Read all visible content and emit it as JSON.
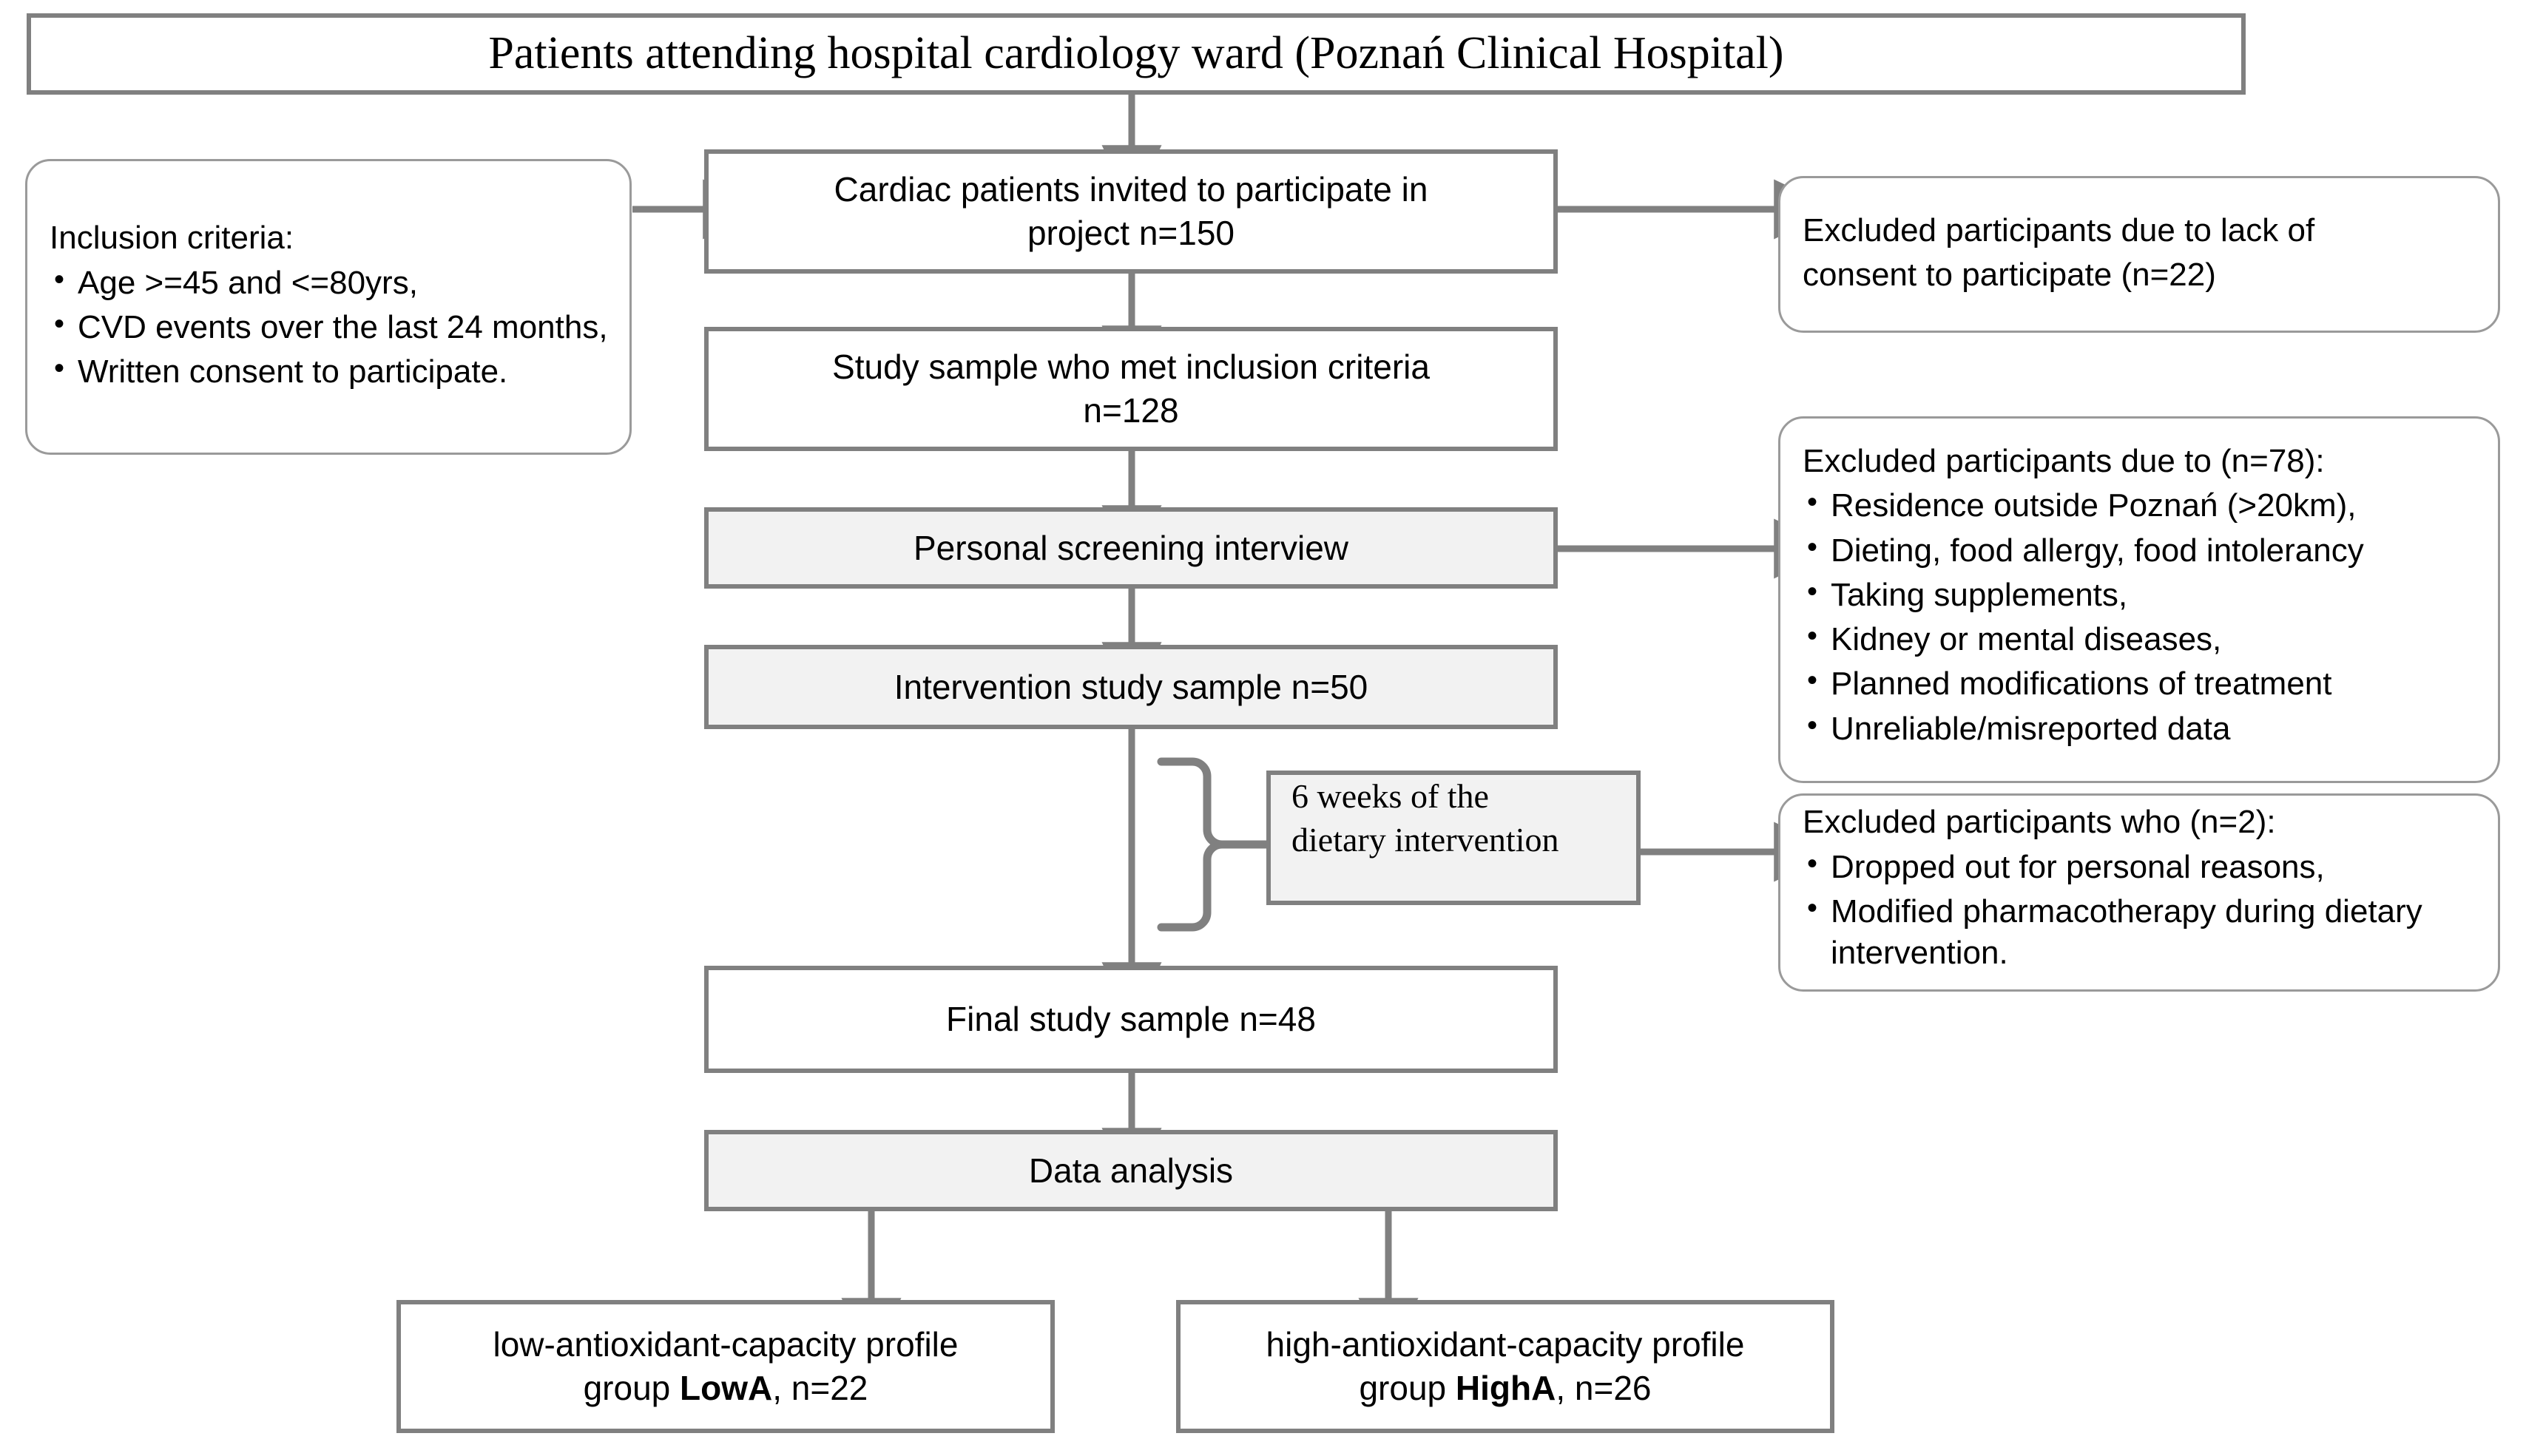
{
  "figure": {
    "type": "flowchart",
    "title": "Patients attending hospital cardiology ward (Poznań Clinical Hospital)",
    "colors": {
      "border_grey": "#808080",
      "note_border_grey": "#9a9a9a",
      "shaded_fill": "#f2f2f2",
      "white_fill": "#ffffff",
      "arrow_grey": "#808080",
      "text": "#000000"
    }
  },
  "nodes": {
    "title": {
      "label": "Patients attending hospital cardiology ward (Poznań Clinical Hospital)"
    },
    "inclusion": {
      "heading": "Inclusion criteria:",
      "items": [
        "Age >=45 and <=80yrs,",
        "CVD events over the last 24 months,",
        "Written consent to participate."
      ]
    },
    "invited": {
      "line1": "Cardiac patients invited to participate in",
      "line2": "project n=150",
      "n": 150
    },
    "met_criteria": {
      "line1": "Study sample who met inclusion criteria",
      "line2": "n=128",
      "n": 128
    },
    "screening": {
      "label": "Personal screening interview"
    },
    "intervention_sample": {
      "label": "Intervention study sample n=50",
      "n": 50
    },
    "six_weeks": {
      "line1": "6 weeks of the",
      "line2": "dietary intervention"
    },
    "final_sample": {
      "label": "Final study sample n=48",
      "n": 48
    },
    "data_analysis": {
      "label": "Data analysis"
    },
    "low_group": {
      "line1": "low-antioxidant-capacity profile",
      "line2_prefix": "group ",
      "line2_bold": "LowA",
      "line2_suffix": ", n=22",
      "n": 22
    },
    "high_group": {
      "line1": "high-antioxidant-capacity profile",
      "line2_prefix": "group ",
      "line2_bold": "HighA",
      "line2_suffix": ", n=26",
      "n": 26
    },
    "excluded_consent": {
      "line1": "Excluded participants due to lack of",
      "line2": "consent to participate (n=22)",
      "n": 22
    },
    "excluded_screening": {
      "heading": "Excluded participants due to (n=78):",
      "n": 78,
      "items": [
        "Residence outside Poznań (>20km),",
        "Dieting, food allergy, food intolerancy",
        "Taking supplements,",
        "Kidney or mental diseases,",
        "Planned modifications of treatment",
        "Unreliable/misreported data"
      ]
    },
    "excluded_dropout": {
      "heading": "Excluded participants who (n=2):",
      "n": 2,
      "items": [
        "Dropped out for personal reasons,",
        "Modified pharmacotherapy during dietary intervention."
      ]
    }
  }
}
